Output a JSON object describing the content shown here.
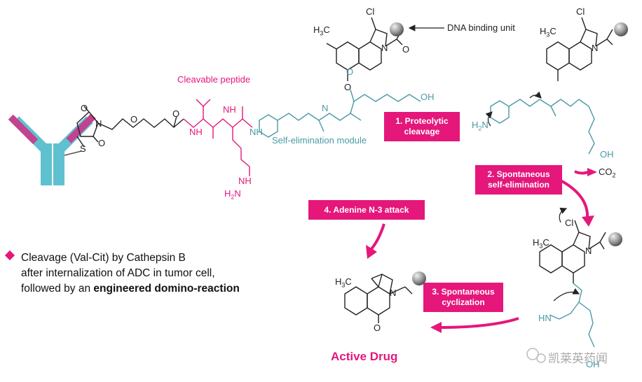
{
  "labels": {
    "dna_binding_unit": "DNA binding unit",
    "cleavable_peptide": "Cleavable peptide",
    "self_elimination_module": "Self-elimination module",
    "co2": "CO",
    "co2_sub": "2",
    "active_drug": "Active Drug",
    "watermark": "凯莱英药闻"
  },
  "steps": {
    "step1_line1": "1. Proteolytic",
    "step1_line2": "cleavage",
    "step2_line1": "2. Spontaneous",
    "step2_line2": "self-elimination",
    "step3_line1": "3. Spontaneous",
    "step3_line2": "cyclization",
    "step4": "4. Adenine N-3 attack"
  },
  "bullet": {
    "line1": "Cleavage (Val-Cit) by Cathepsin B",
    "line2": "after internalization of ADC in tumor cell,",
    "line3_prefix": "followed by an ",
    "line3_bold": "engineered domino-reaction"
  },
  "atoms": {
    "cl": "Cl",
    "h3c": "H",
    "h3c_sub": "3",
    "c": "C",
    "n": "N",
    "o": "O",
    "s": "S",
    "oh": "OH",
    "nh": "NH",
    "h": "H",
    "h2n": "H",
    "h2n_sub": "2",
    "h2n_n": "N"
  },
  "colors": {
    "pink": "#e5177b",
    "teal": "#4a9aa6",
    "black": "#222222",
    "antibody_blue": "#5fc1cf",
    "antibody_magenta": "#c2438f"
  }
}
